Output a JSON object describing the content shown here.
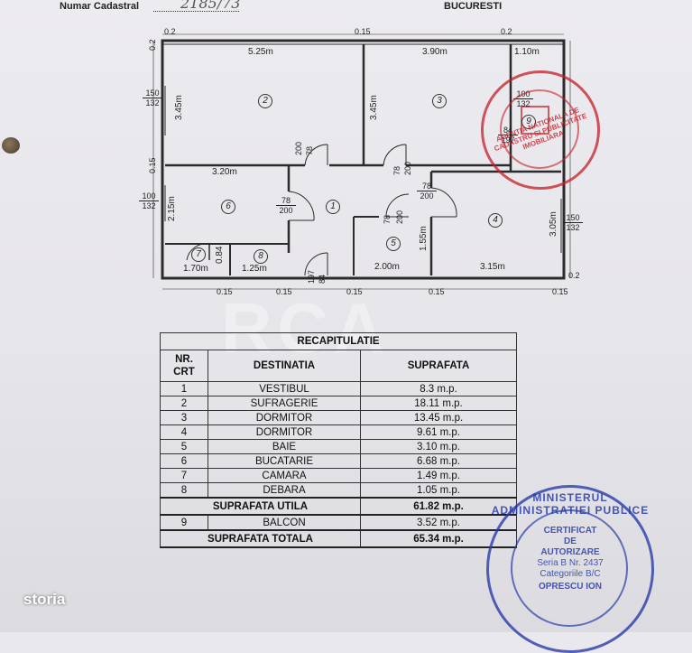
{
  "header": {
    "left_label": "Numar Cadastral",
    "handwritten": "2185/73",
    "right_label": "BUCURESTI"
  },
  "plan": {
    "top_dims": [
      "0.2",
      "0.15",
      "0.2"
    ],
    "room_dims": {
      "r2_width": "5.25m",
      "r2_height": "3.45m",
      "r3_width": "3.90m",
      "r3_height": "3.45m",
      "r9_width": "1.10m",
      "r6_width": "3.20m",
      "r6_height": "2.15m",
      "r4_width": "3.15m",
      "r4_height": "3.05m",
      "r5_width": "2.00m",
      "r5_height": "1.55m",
      "r7_width": "1.70m",
      "r7_height": "0.84",
      "r8_width": "1.25m",
      "side_left_small": "0.15",
      "corner_br": "0.2",
      "corner_bl": "0.2"
    },
    "room_numbers": [
      "1",
      "2",
      "3",
      "4",
      "5",
      "6",
      "7",
      "8",
      "9"
    ],
    "fractions": {
      "left_top": [
        "150",
        "132"
      ],
      "left_mid": [
        "100",
        "132"
      ],
      "right_mid": [
        "150",
        "132"
      ],
      "balcony": [
        "100",
        "132"
      ],
      "balcony2": [
        "84",
        "197"
      ]
    },
    "doors": {
      "d1": [
        "78",
        "200"
      ],
      "d2": [
        "78",
        "200"
      ],
      "d3": [
        "78",
        "200"
      ],
      "d4": [
        "78",
        "200"
      ],
      "d5": [
        "78",
        "200"
      ],
      "d6": [
        "78",
        "200"
      ],
      "entry": [
        "197",
        "84"
      ]
    },
    "bottom_dims": [
      "0.15",
      "0.15",
      "0.15",
      "0.15",
      "0.15"
    ]
  },
  "table": {
    "title": "RECAPITULATIE",
    "col_nr": "NR.\nCRT",
    "col_dest": "DESTINATIA",
    "col_supr": "SUPRAFATA",
    "rows": [
      {
        "nr": "1",
        "dest": "VESTIBUL",
        "supr": "8.3 m.p."
      },
      {
        "nr": "2",
        "dest": "SUFRAGERIE",
        "supr": "18.11 m.p."
      },
      {
        "nr": "3",
        "dest": "DORMITOR",
        "supr": "13.45 m.p."
      },
      {
        "nr": "4",
        "dest": "DORMITOR",
        "supr": "9.61 m.p."
      },
      {
        "nr": "5",
        "dest": "BAIE",
        "supr": "3.10 m.p."
      },
      {
        "nr": "6",
        "dest": "BUCATARIE",
        "supr": "6.68 m.p."
      },
      {
        "nr": "7",
        "dest": "CAMARA",
        "supr": "1.49 m.p."
      },
      {
        "nr": "8",
        "dest": "DEBARA",
        "supr": "1.05 m.p."
      }
    ],
    "utila_label": "SUPRAFATA UTILA",
    "utila_value": "61.82 m.p.",
    "balcon": {
      "nr": "9",
      "dest": "BALCON",
      "supr": "3.52 m.p."
    },
    "totala_label": "SUPRAFATA TOTALA",
    "totala_value": "65.34 m.p."
  },
  "stamp_blue": {
    "ring": "MINISTERUL ADMINISTRATIEI PUBLICE",
    "line1": "CERTIFICAT",
    "line2": "DE",
    "line3": "AUTORIZARE",
    "line4": "Seria B Nr. 2437",
    "line5": "Categoriile B/C",
    "line6": "OPRESCU ION"
  },
  "stamp_red": {
    "ring": "AGENTIA NATIONALA DE CADASTRU SI PUBLICITATE IMOBILIARA"
  },
  "watermark": "RCA",
  "brand": "storia",
  "colors": {
    "stamp_red": "#c41e28",
    "stamp_blue": "#283caa"
  }
}
